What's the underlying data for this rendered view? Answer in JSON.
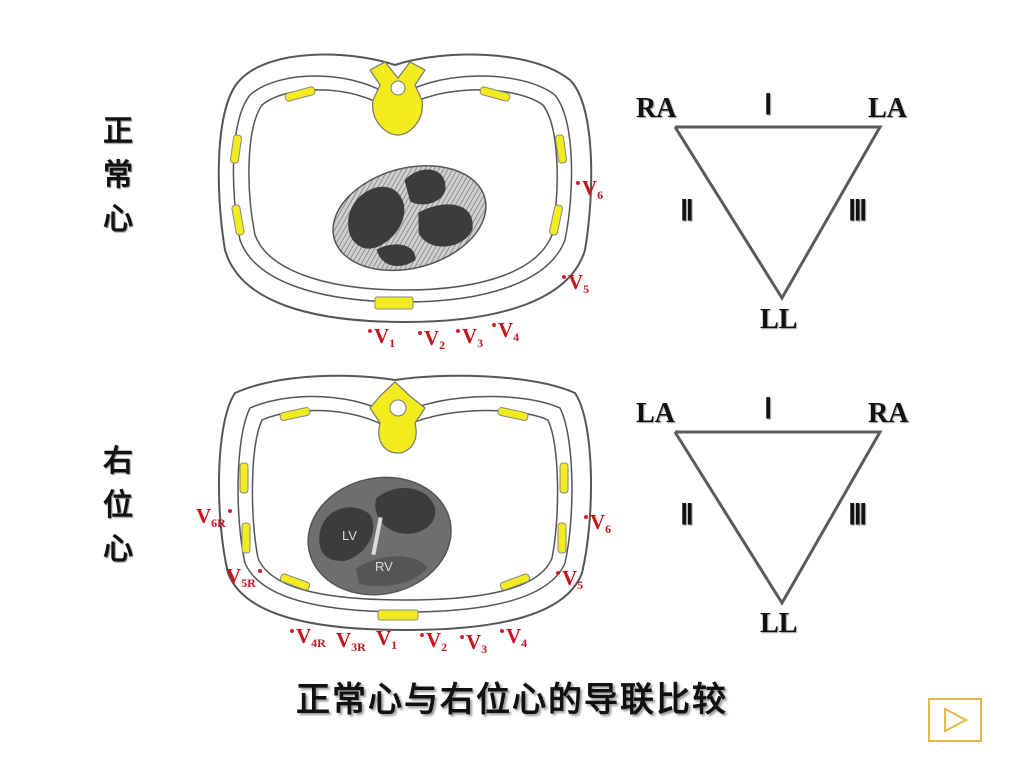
{
  "normal": {
    "side_label": [
      "正",
      "常",
      "心"
    ],
    "leads": [
      "V1",
      "V2",
      "V3",
      "V4",
      "V5",
      "V6"
    ],
    "triangle": {
      "top_left": "RA",
      "top_right": "LA",
      "bottom": "LL",
      "lead_I": "Ⅰ",
      "lead_II": "Ⅱ",
      "lead_III": "Ⅲ"
    }
  },
  "dextro": {
    "side_label": [
      "右",
      "位",
      "心"
    ],
    "leads_right": [
      "V6R",
      "V5R",
      "V4R",
      "V3R"
    ],
    "leads": [
      "V1",
      "V2",
      "V3",
      "V4",
      "V5",
      "V6"
    ],
    "heart_labels": {
      "lv": "LV",
      "rv": "RV"
    },
    "triangle": {
      "top_left": "LA",
      "top_right": "RA",
      "bottom": "LL",
      "lead_I": "Ⅰ",
      "lead_II": "Ⅱ",
      "lead_III": "Ⅲ"
    }
  },
  "title": "正常心与右位心的导联比较",
  "colors": {
    "electrode": "#d81e28",
    "bone": "#f2ec1e",
    "heart_dark": "#3c3c3c",
    "heart_hatch": "#9a9a9a",
    "play_border": "#e6b84a"
  },
  "icons": {
    "play": "play-icon"
  }
}
